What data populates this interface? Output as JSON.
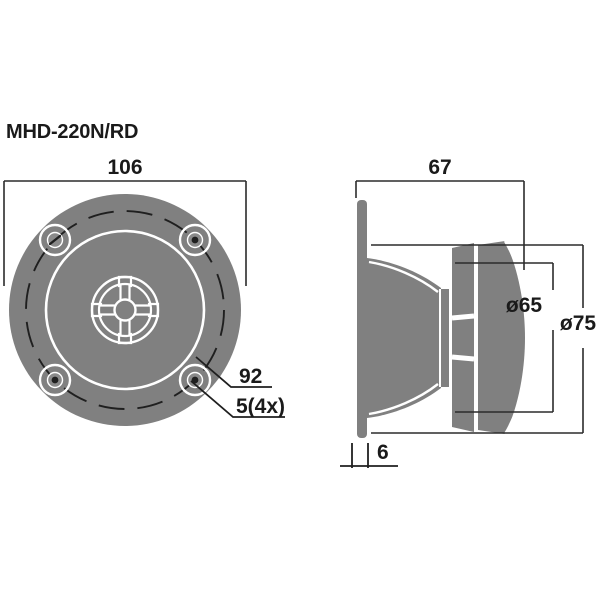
{
  "drawing": {
    "title": "MHD-220N/RD",
    "background_color": "#ffffff",
    "part_fill_color": "#808080",
    "line_color": "#2b2b2b",
    "highlight_color": "#ffffff",
    "front_view": {
      "name": "front-view",
      "overall_width_label": "106",
      "bolt_circle_label": "92",
      "hole_label": "5(4x)"
    },
    "side_view": {
      "name": "side-view",
      "depth_label": "67",
      "flange_thickness_label": "6",
      "inner_diameter_label": "ø65",
      "outer_diameter_label": "ø75"
    }
  }
}
